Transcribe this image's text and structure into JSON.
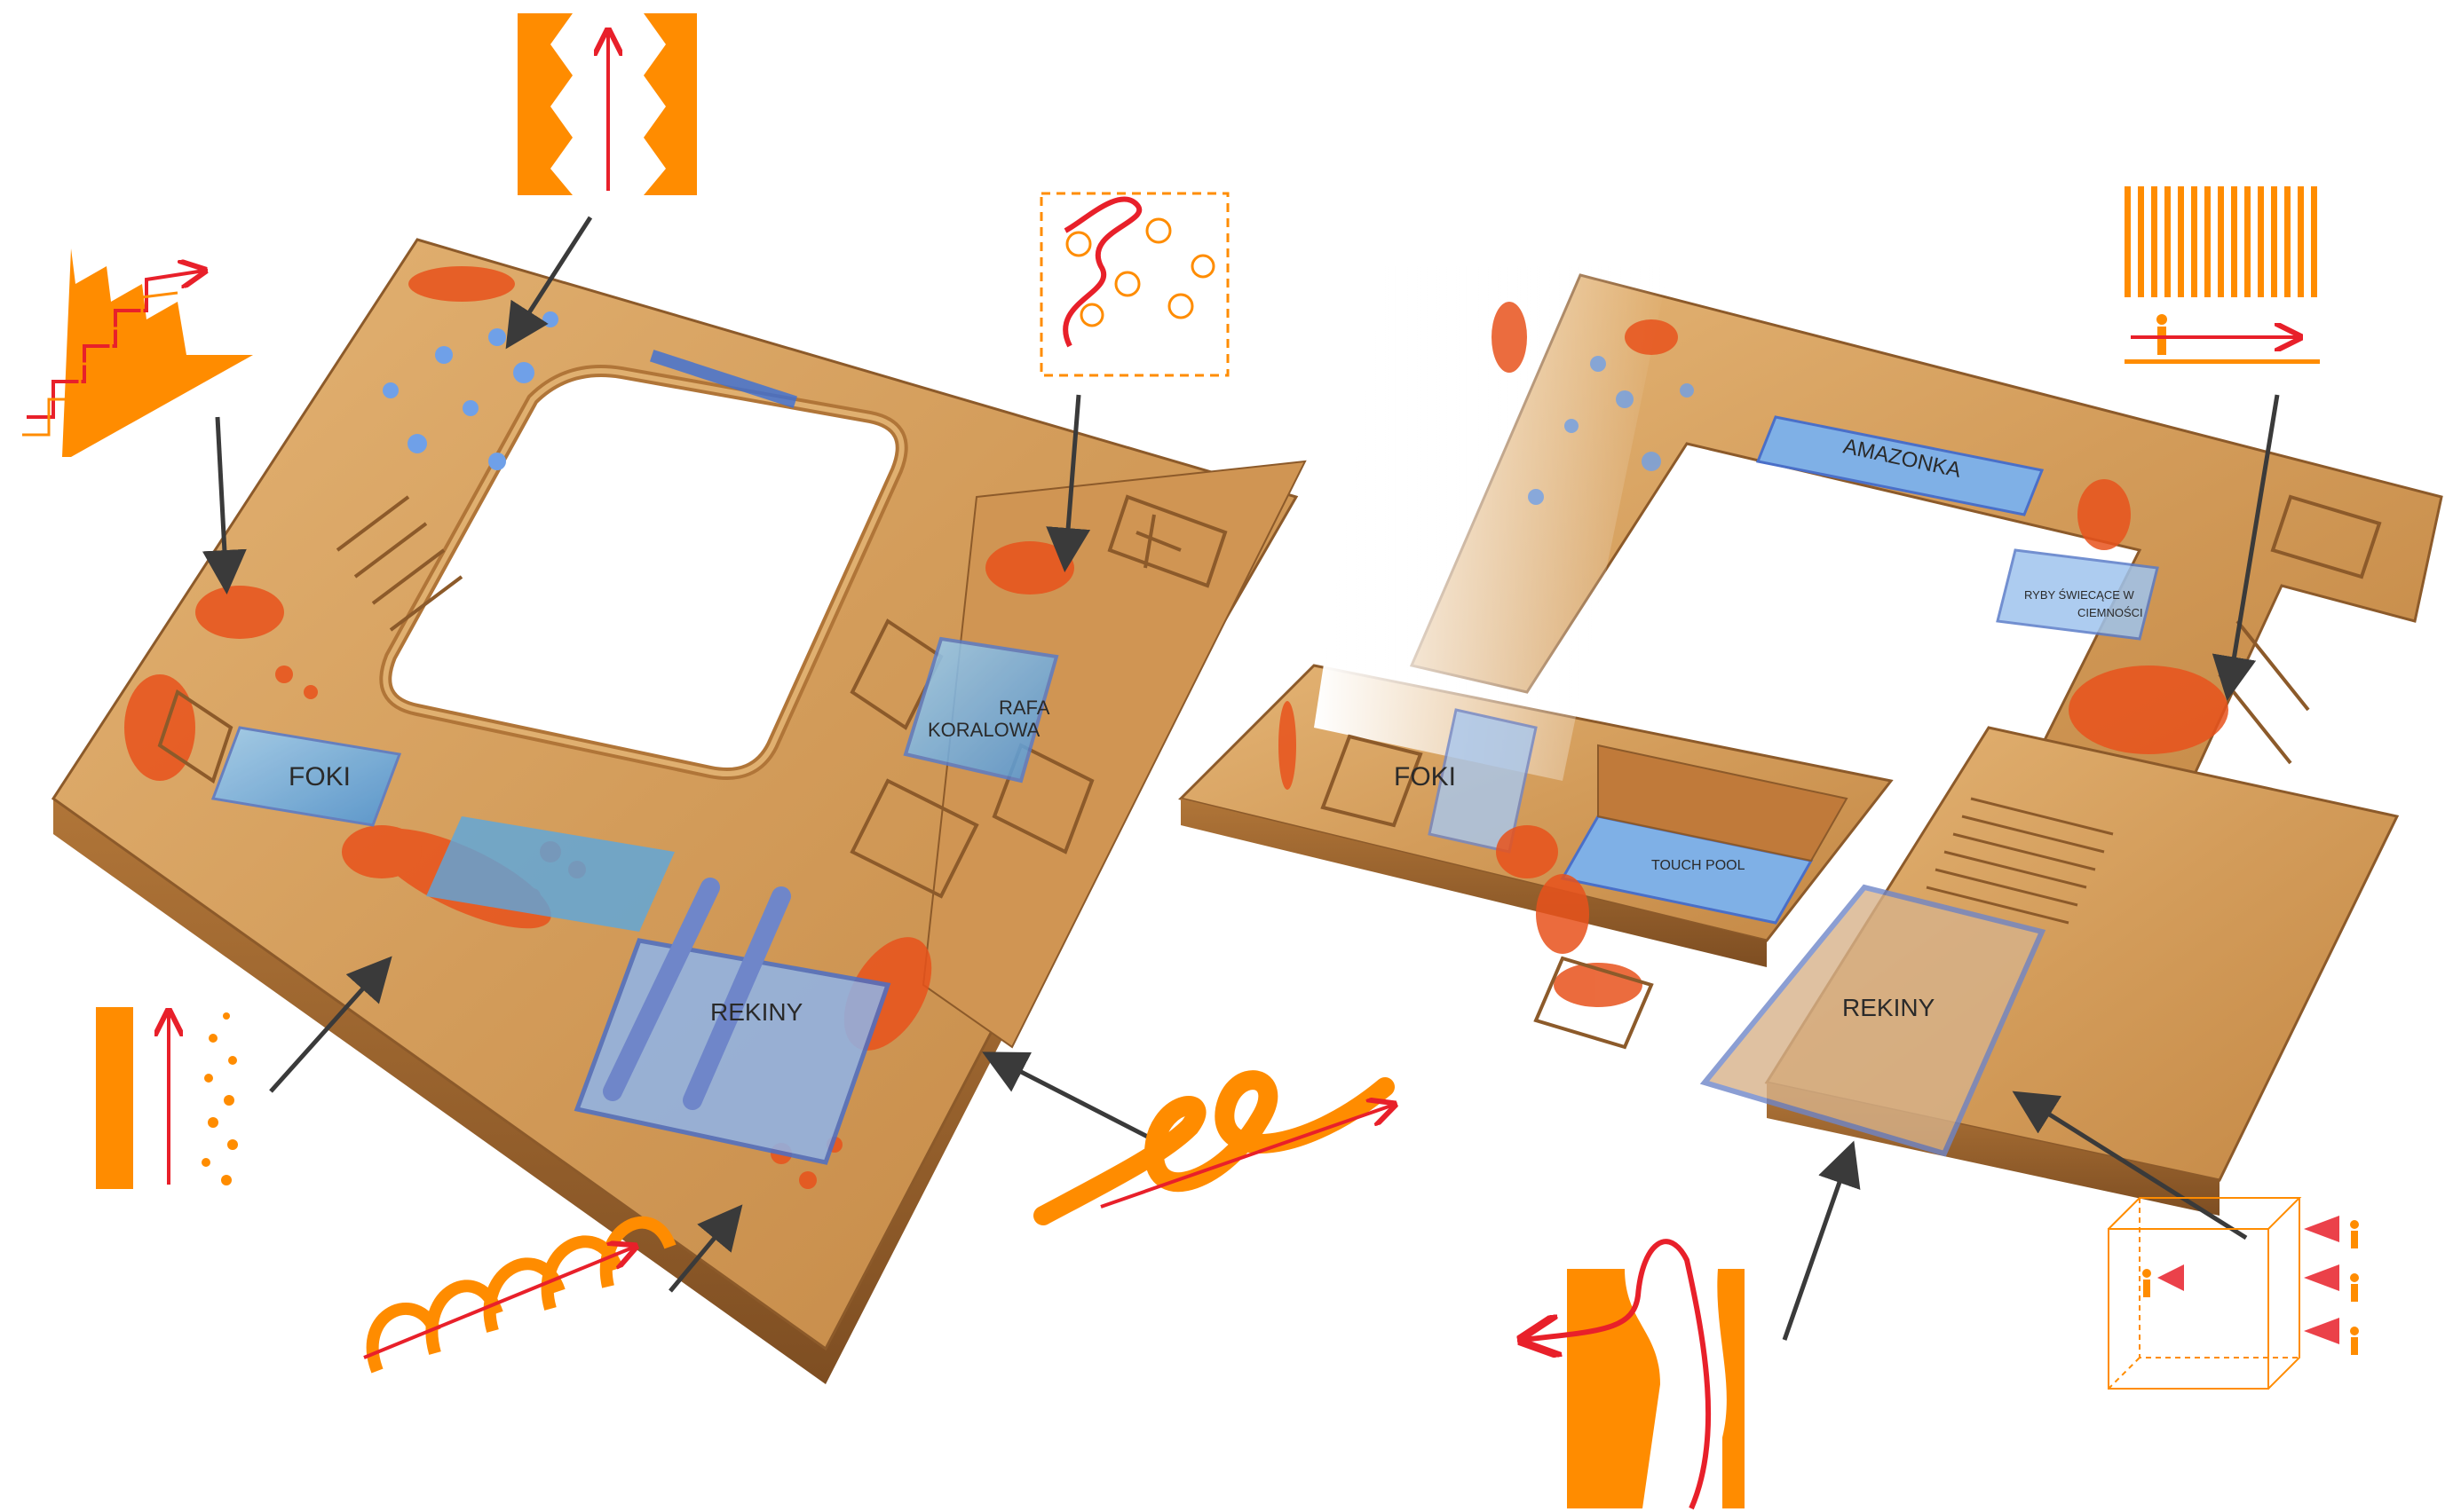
{
  "labels": {
    "left": {
      "foki": "FOKI",
      "rafa_line1": "RAFA",
      "rafa_line2": "KORALOWA",
      "rekiny": "REKINY"
    },
    "right": {
      "amazonka": "AMAZONKA",
      "ryby_line1": "RYBY ŚWIECĄCE W",
      "ryby_line2": "CIEMNOŚCI",
      "foki": "FOKI",
      "touch_pool": "TOUCH POOL",
      "rekiny": "REKINY"
    }
  },
  "colors": {
    "wood": "#d9a464",
    "wood_dark": "#b57a3c",
    "wood_shadow": "#8c5a2a",
    "accent_orange": "#ff8c00",
    "accent_red": "#e8202a",
    "water_blue": "#7fb8e8",
    "glass_blue": "#6a8fd8",
    "arrow_gray": "#3a3a3a"
  },
  "icons": [
    "serrated-passage-icon",
    "stepped-ramp-icon",
    "wandering-path-icon",
    "wall-and-dots-icon",
    "spiral-coil-icon",
    "helix-ribbon-icon",
    "vertical-slats-icon",
    "winding-passage-icon",
    "glass-box-observers-icon"
  ]
}
